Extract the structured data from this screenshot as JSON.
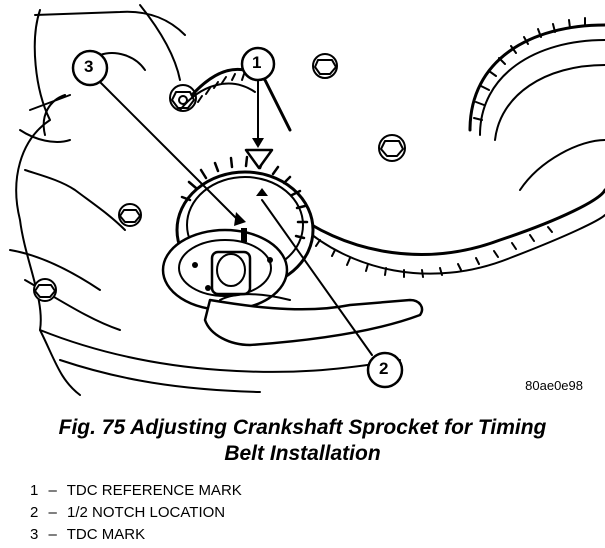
{
  "figure": {
    "image_code": "80ae0e98",
    "caption_line1": "Fig. 75 Adjusting Crankshaft Sprocket for Timing",
    "caption_line2": "Belt Installation",
    "callouts": [
      "1",
      "2",
      "3"
    ]
  },
  "legend": [
    {
      "num": "1",
      "dash": "–",
      "text": "TDC REFERENCE MARK"
    },
    {
      "num": "2",
      "dash": "–",
      "text": "1/2 NOTCH LOCATION"
    },
    {
      "num": "3",
      "dash": "–",
      "text": "TDC MARK"
    }
  ]
}
